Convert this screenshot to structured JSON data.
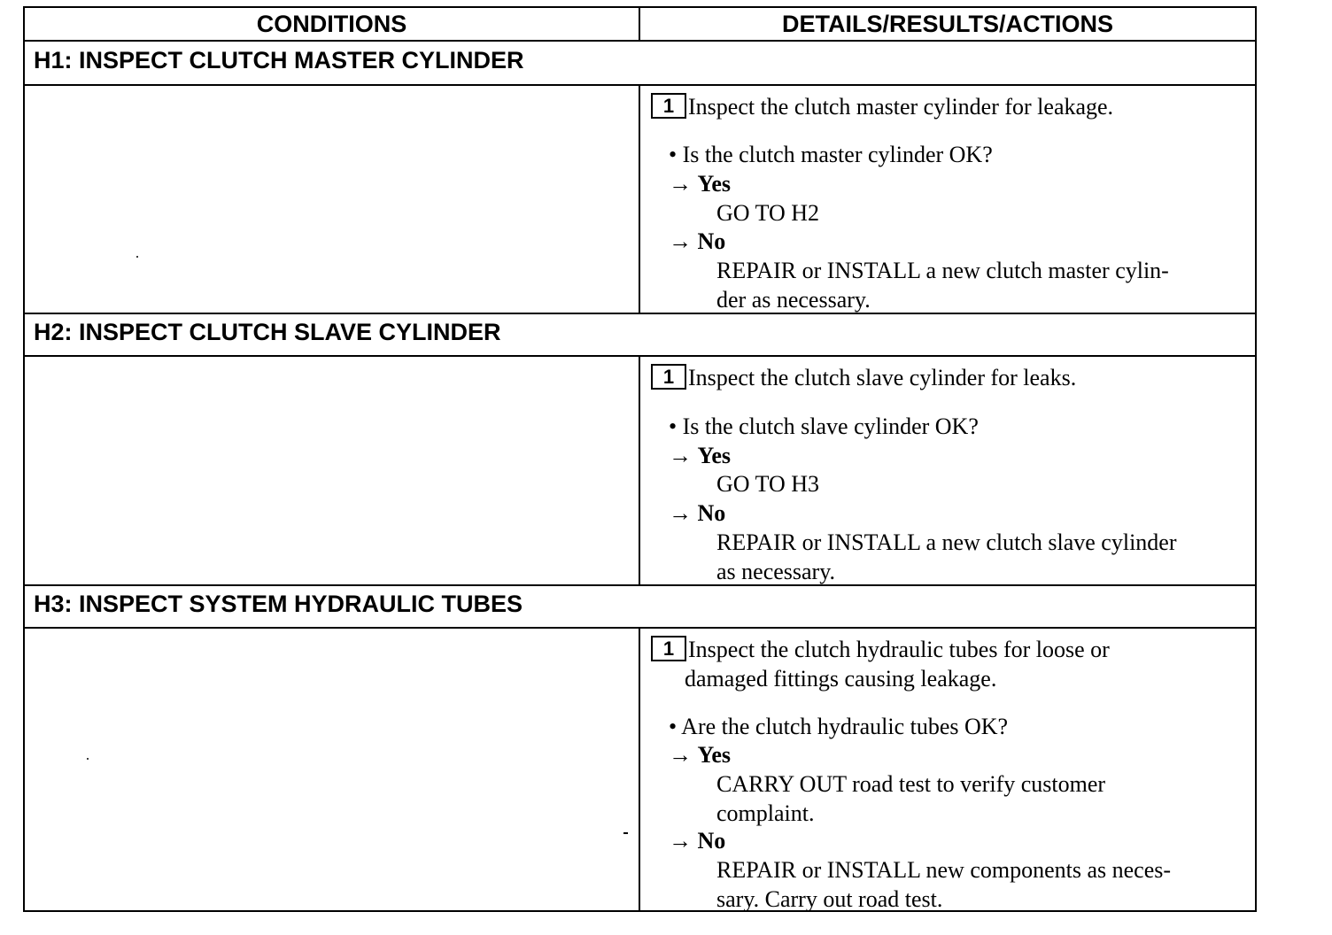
{
  "header": {
    "conditions": "CONDITIONS",
    "details": "DETAILS/RESULTS/ACTIONS"
  },
  "sections": [
    {
      "title": "H1: INSPECT CLUTCH MASTER CYLINDER",
      "step_number": "1",
      "step_text": "Inspect the clutch master cylinder for leakage.",
      "step_text_line2": "",
      "question": "• Is the clutch master cylinder OK?",
      "yes_label": "Yes",
      "yes_action_lines": [
        "GO TO H2"
      ],
      "no_label": "No",
      "no_action_lines": [
        "REPAIR or INSTALL a new clutch master cylin-",
        "der as necessary."
      ]
    },
    {
      "title": "H2: INSPECT CLUTCH SLAVE CYLINDER",
      "step_number": "1",
      "step_text": "Inspect the clutch slave cylinder for leaks.",
      "step_text_line2": "",
      "question": "• Is the clutch slave cylinder OK?",
      "yes_label": "Yes",
      "yes_action_lines": [
        "GO TO H3"
      ],
      "no_label": "No",
      "no_action_lines": [
        "REPAIR or INSTALL a new clutch slave cylinder",
        "as necessary."
      ]
    },
    {
      "title": "H3: INSPECT SYSTEM HYDRAULIC TUBES",
      "step_number": "1",
      "step_text": "Inspect the clutch hydraulic tubes for loose or",
      "step_text_line2": "damaged fittings causing leakage.",
      "question": "• Are the clutch hydraulic tubes OK?",
      "yes_label": "Yes",
      "yes_action_lines": [
        "CARRY OUT road test to verify customer",
        "complaint."
      ],
      "no_label": "No",
      "no_action_lines": [
        "REPAIR or INSTALL new components as neces-",
        "sary. Carry out road test."
      ]
    }
  ]
}
